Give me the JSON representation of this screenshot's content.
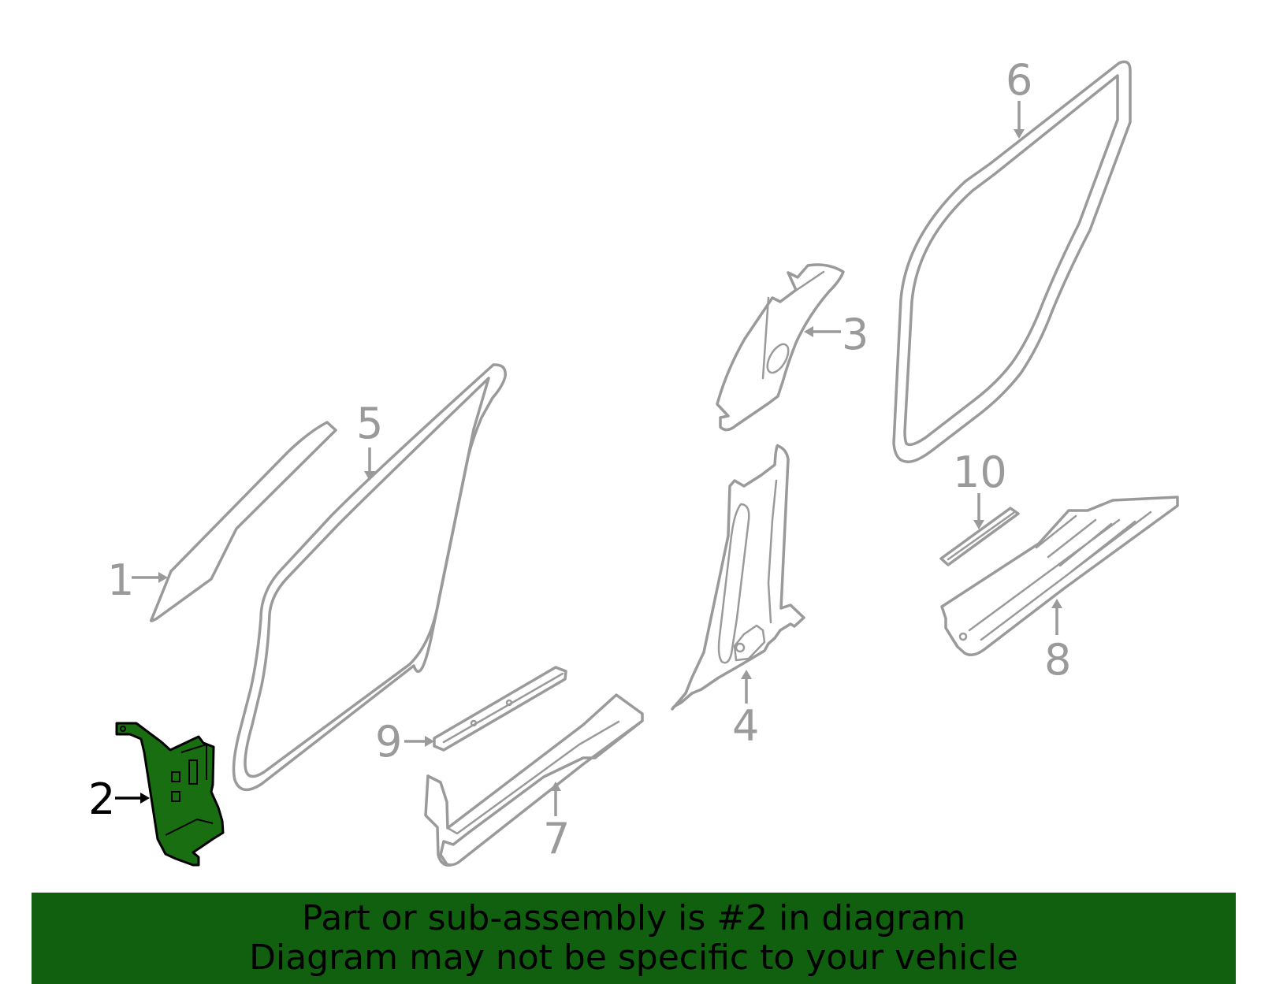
{
  "diagram": {
    "highlighted_part": "2",
    "callouts": [
      "1",
      "2",
      "3",
      "4",
      "5",
      "6",
      "7",
      "8",
      "9",
      "10"
    ],
    "highlight_color": "#1a6e12",
    "line_color": "#9a9a9a"
  },
  "banner": {
    "line1": "Part or sub-assembly is #2 in diagram",
    "line2": "Diagram may not be specific to your vehicle",
    "background": "#106010"
  }
}
